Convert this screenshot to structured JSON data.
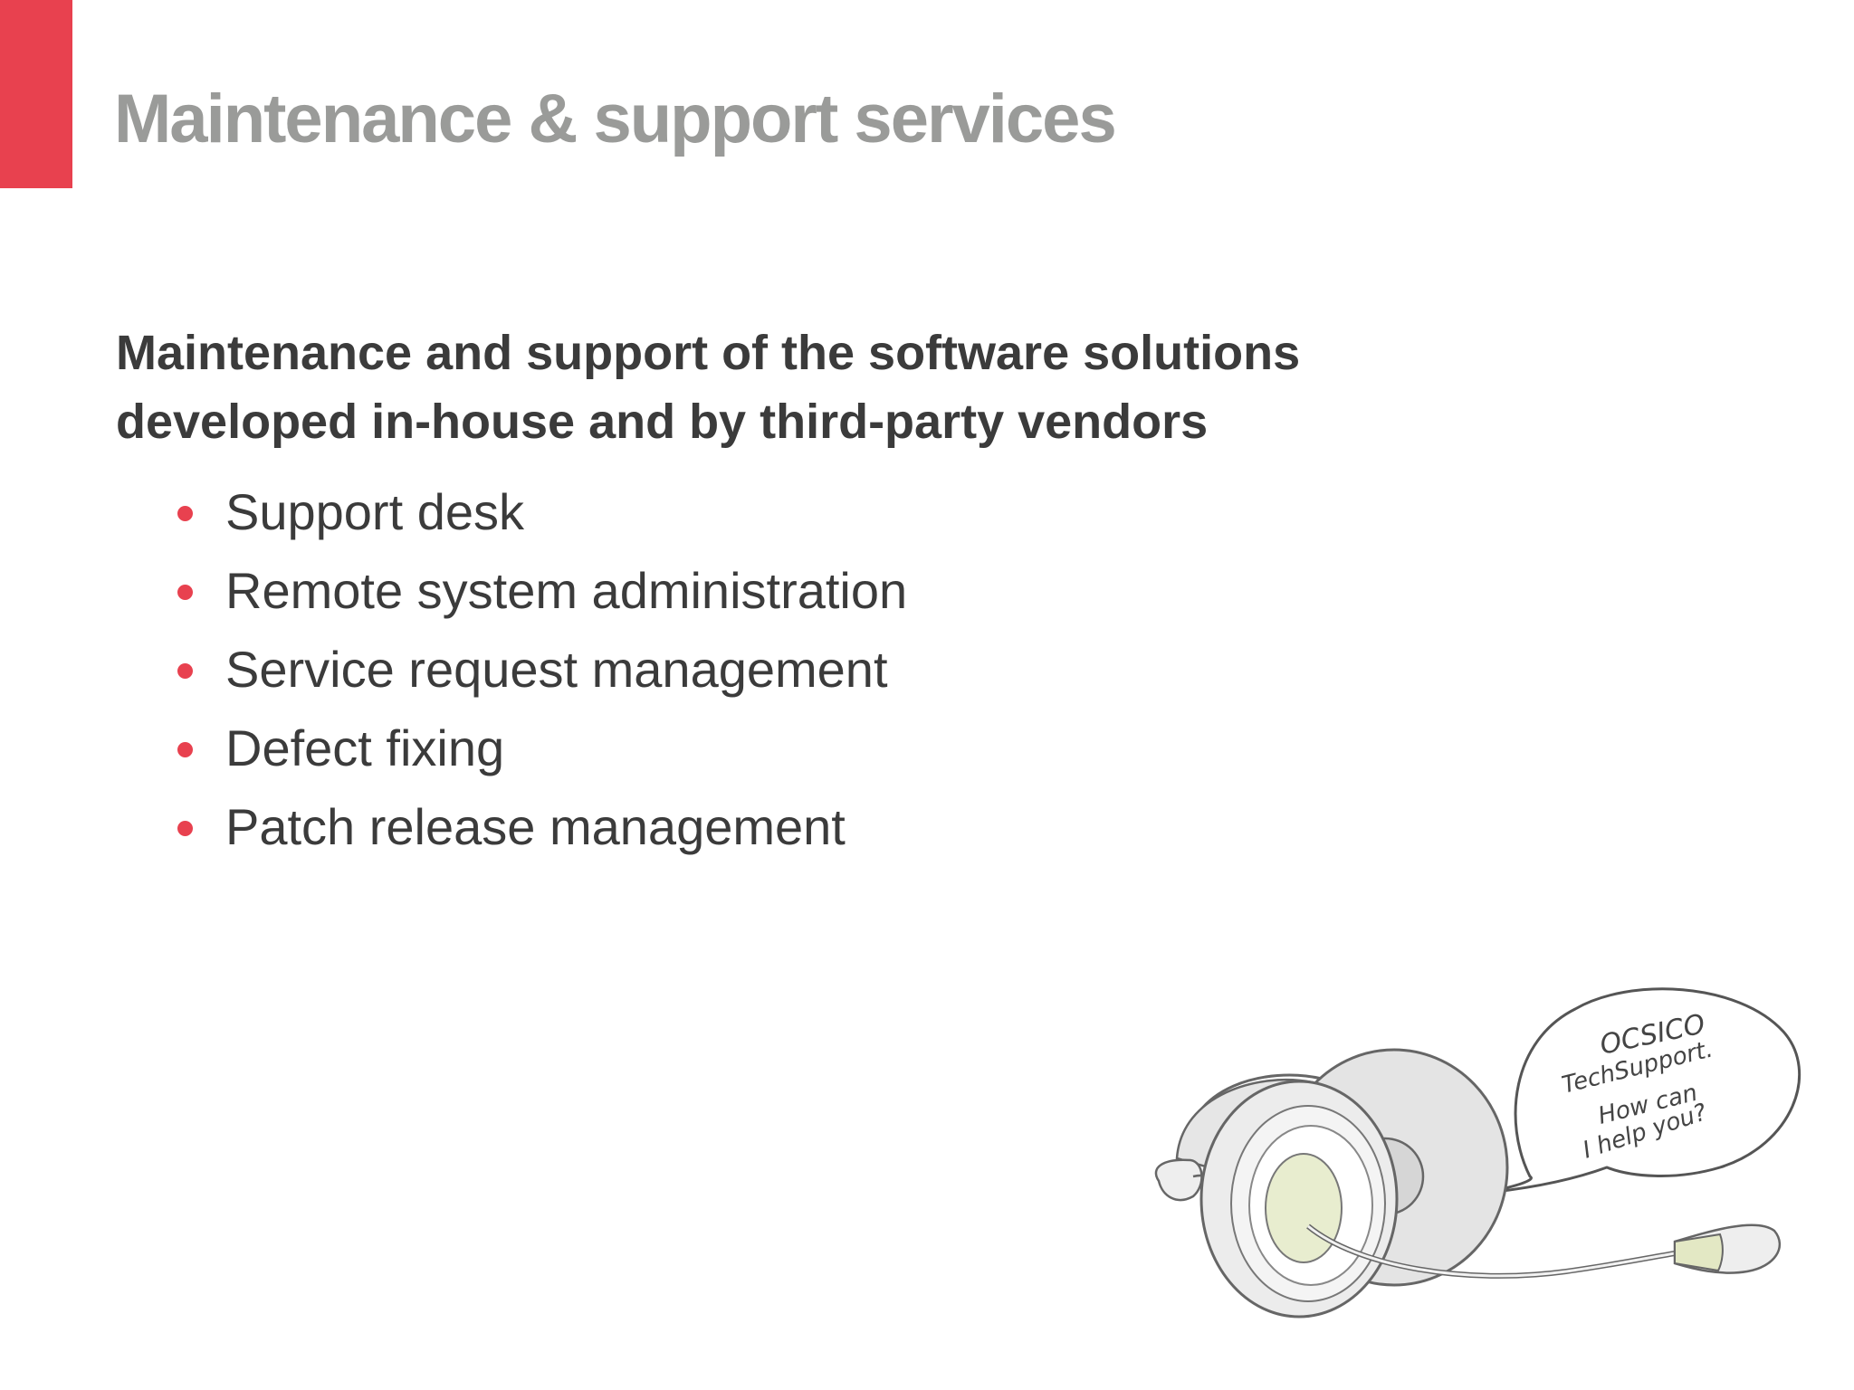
{
  "slide": {
    "title": "Maintenance & support services",
    "subheading_line1": "Maintenance and support  of the software solutions",
    "subheading_line2": "developed in-house and by third-party vendors",
    "bullets": [
      "Support desk",
      "Remote system administration",
      "Service request management",
      "Defect fixing",
      "Patch release management"
    ],
    "accent_color": "#e8414f",
    "title_color": "#9a9b99",
    "text_color": "#3b3b3b"
  },
  "illustration": {
    "icon": "headset-with-speech-bubble-icon",
    "speech_bubble_lines": [
      "OCSICO",
      "TechSupport.",
      "How can",
      "I help you?"
    ]
  }
}
